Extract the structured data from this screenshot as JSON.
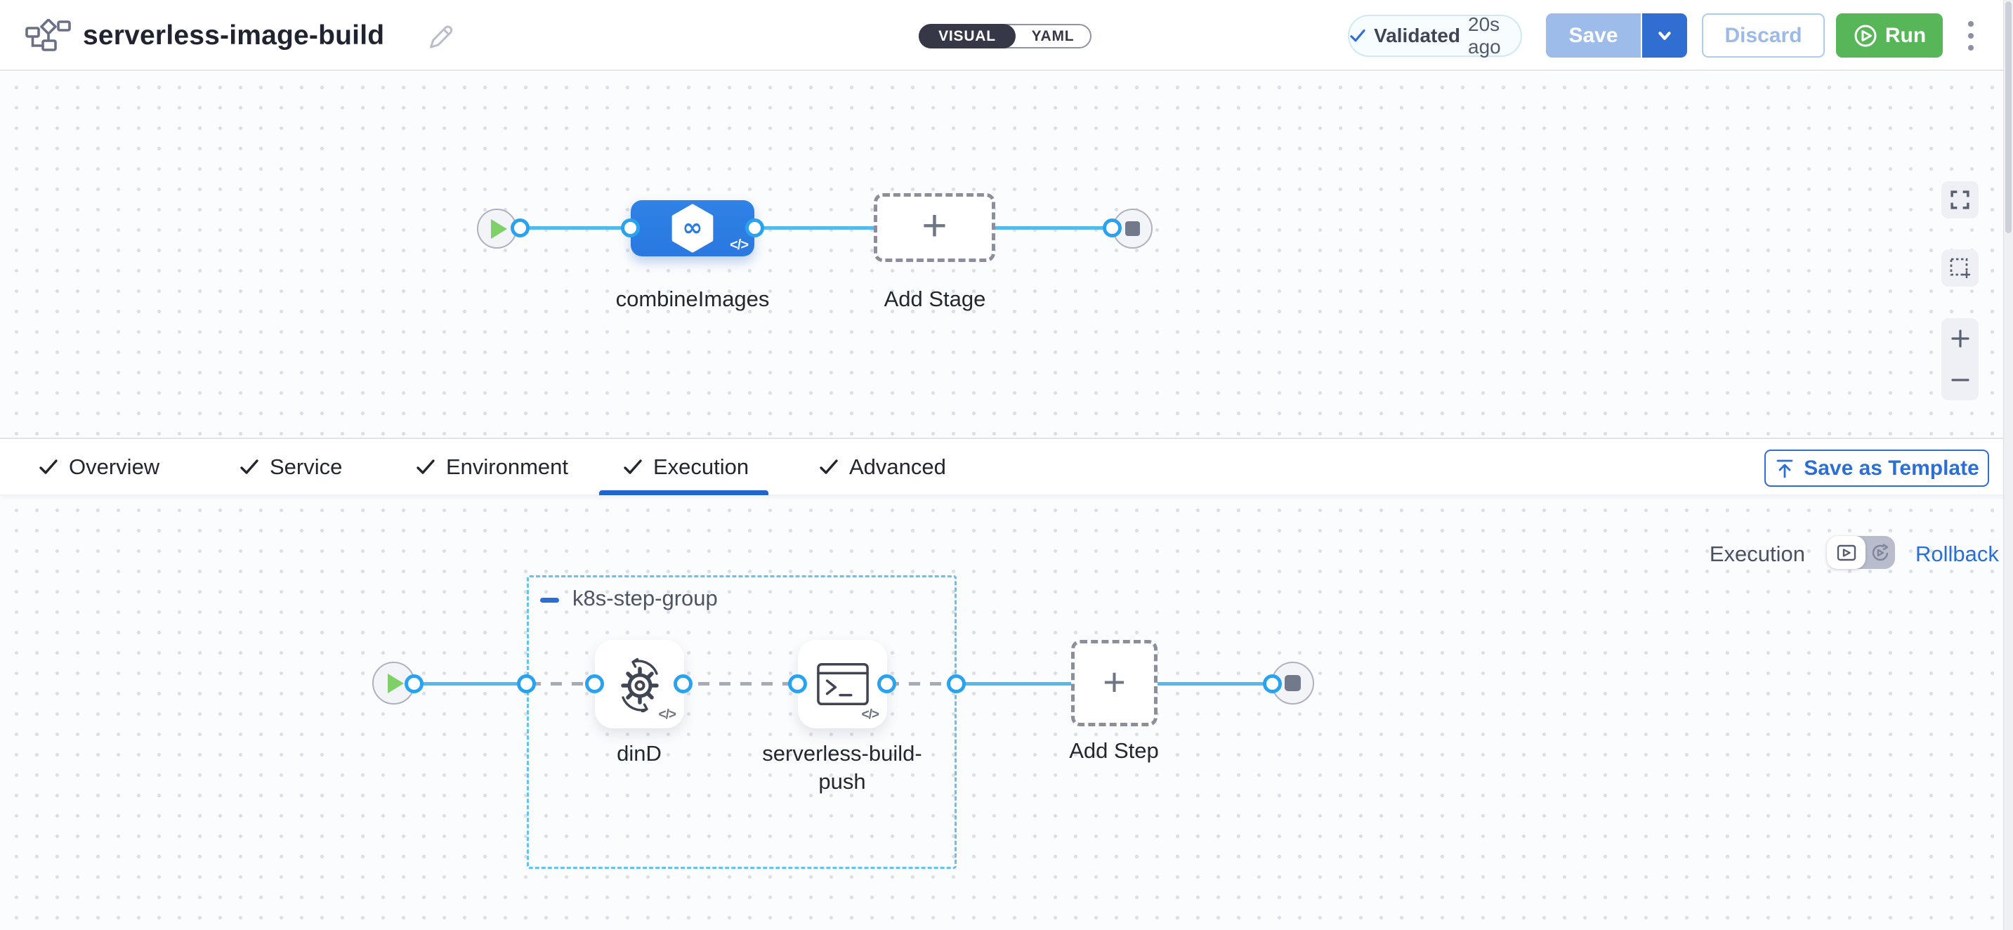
{
  "header": {
    "title": "serverless-image-build",
    "mode_toggle": {
      "visual_label": "VISUAL",
      "yaml_label": "YAML",
      "active": "VISUAL"
    },
    "validation_badge": {
      "label": "Validated",
      "time_ago": "20s ago"
    },
    "save_button": "Save",
    "discard_button": "Discard",
    "run_button": "Run"
  },
  "stage_canvas": {
    "stage": {
      "name": "combineImages",
      "icon": "ci-hexagon-infinity-icon"
    },
    "add_stage_label": "Add Stage"
  },
  "tabs": {
    "items": [
      {
        "label": "Overview",
        "checked": true
      },
      {
        "label": "Service",
        "checked": true
      },
      {
        "label": "Environment",
        "checked": true
      },
      {
        "label": "Execution",
        "checked": true,
        "active": true
      },
      {
        "label": "Advanced",
        "checked": true
      }
    ],
    "save_as_template_label": "Save as Template"
  },
  "execution_canvas": {
    "view_switch": {
      "left_label": "Execution",
      "right_label": "Rollback",
      "active": "execution"
    },
    "step_group": {
      "name": "k8s-step-group",
      "steps": [
        {
          "name": "dinD",
          "icon": "gear-sync-icon"
        },
        {
          "name": "serverless-build-push",
          "icon": "terminal-icon"
        }
      ]
    },
    "add_step_label": "Add Step"
  },
  "icons": {
    "plus": "+",
    "code_badge": "</>",
    "infinity": "∞"
  },
  "colors": {
    "accent_blue": "#2b6fd6",
    "stage_node_blue": "#2c7de2",
    "connector_blue": "#54baec",
    "group_border_blue": "#66c3f1",
    "run_green": "#57b657",
    "save_disabled_blue": "#9dbce9",
    "port_blue": "#2aa2ee",
    "toggle_dark": "#363848"
  }
}
